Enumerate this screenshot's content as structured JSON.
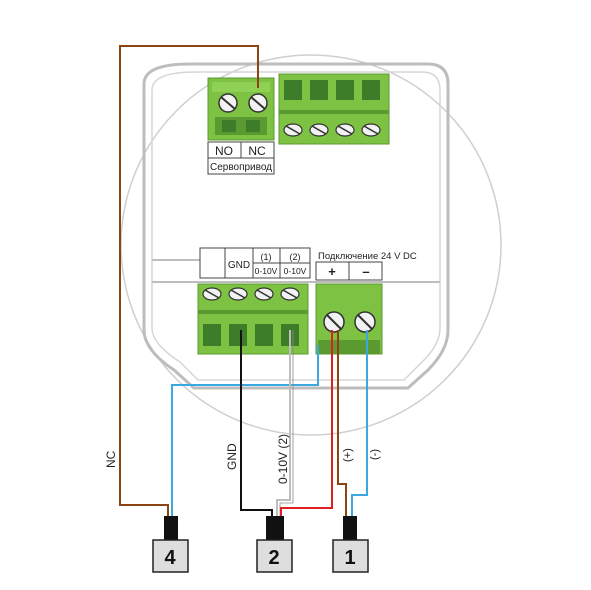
{
  "servo_terminal": {
    "no_label": "NO",
    "nc_label": "NC",
    "caption": "Сервопривод"
  },
  "signal_header": {
    "gnd_label": "GND",
    "ch1_index": "(1)",
    "ch1_range": "0-10V",
    "ch2_index": "(2)",
    "ch2_range": "0-10V"
  },
  "power_header": {
    "title": "Подключение 24 V DC",
    "plus": "+",
    "minus": "–"
  },
  "wire_labels": {
    "nc": "NC",
    "gnd": "GND",
    "signal": "0-10V (2)",
    "plus": "(+)",
    "minus": "(-)"
  },
  "connectors": {
    "c4": "4",
    "c2": "2",
    "c1": "1"
  },
  "colors": {
    "terminal_green": "#7dc242",
    "terminal_dark": "#3d7d29",
    "wire_brown": "#8b4513",
    "wire_blue": "#3ba8e0",
    "wire_red": "#e02020",
    "wire_black": "#111111",
    "wire_white": "#bdbdbd"
  }
}
